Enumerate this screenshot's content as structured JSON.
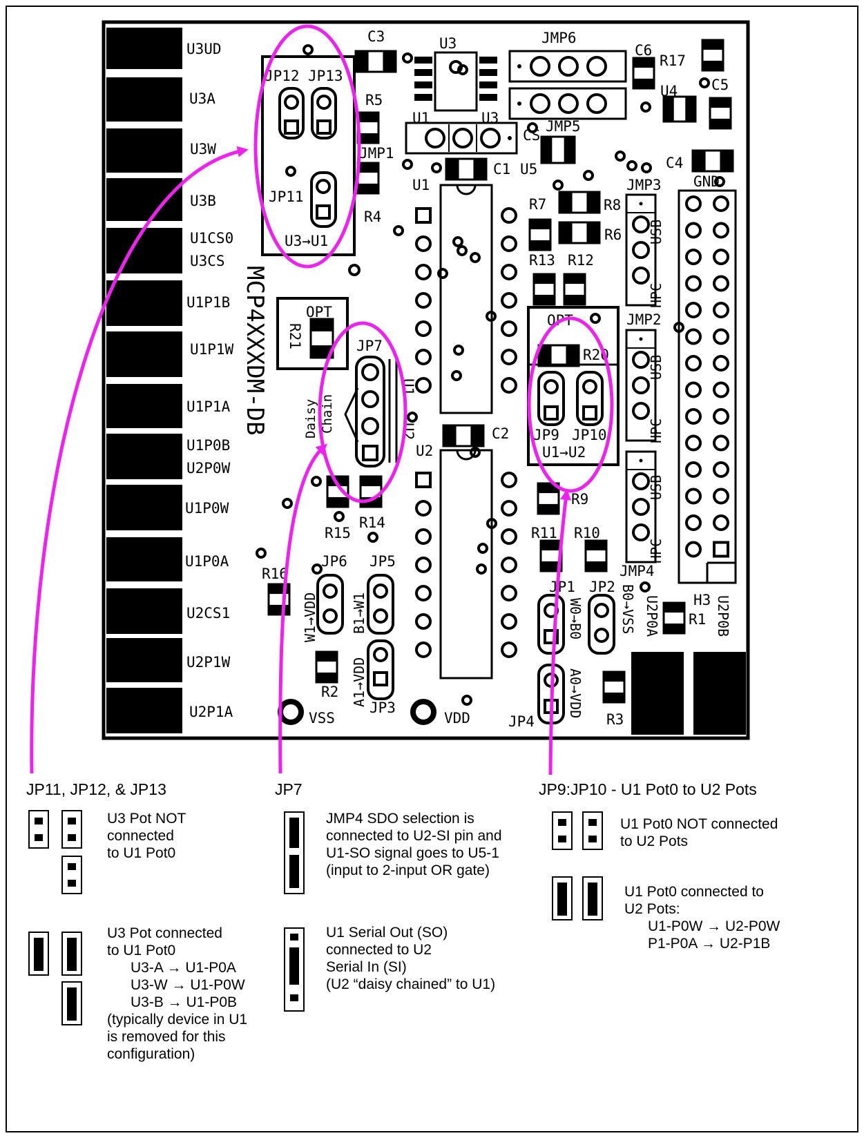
{
  "board": {
    "title": "MCP4XXXDM-DB",
    "pads_left": [
      "U3UD",
      "U3A",
      "U3W",
      "U3B",
      "U1CS0",
      "U3CS",
      "U1P1B",
      "U1P1W",
      "U1P1A",
      "U1P0B",
      "U2P0W",
      "U1P0W",
      "U1P0A",
      "U2CS1",
      "U2P1W",
      "U2P1A"
    ],
    "jp_top": {
      "a": "JP12",
      "b": "JP13",
      "c": "JP11",
      "d": "U3→U1"
    },
    "top_parts": {
      "c3": "C3",
      "u3": "U3",
      "jmp6": "JMP6",
      "c6": "C6",
      "r17": "R17",
      "c5": "C5",
      "u4": "U4",
      "r5": "R5",
      "u1": "U1",
      "u3b": "U3",
      "cs": "CS",
      "jmp5": "JMP5",
      "jmp1": "JMP1",
      "c1": "C1",
      "u5": "U5",
      "c4": "C4",
      "gnd": "GND",
      "r4": "R4",
      "u1b": "U1",
      "jmp3": "JMP3",
      "r7": "R7",
      "r8": "R8",
      "r6": "R6",
      "r13": "R13",
      "r12": "R12"
    },
    "opt_left": {
      "opt": "OPT",
      "r21": "R21"
    },
    "daisy": {
      "daisy": "Daisy",
      "chain": "Chain",
      "jp7": "JP7",
      "u1u2": "U1 ⇒ U2",
      "u1": "U1",
      "u2": "U2"
    },
    "opt_right": {
      "opt": "OPT",
      "r20": "R20",
      "jp9": "JP9",
      "jp10": "JP10",
      "dir": "U1→U2"
    },
    "mid_parts": {
      "c2": "C2",
      "u2": "U2",
      "jmp2": "JMP2",
      "r9": "R9",
      "r15": "R15",
      "r14": "R14",
      "r11": "R11",
      "r10": "R10",
      "r16": "R16",
      "jp6": "JP6",
      "jp5": "JP5",
      "jmp4": "JMP4",
      "h3": "H3",
      "jp1": "JP1",
      "jp2": "JP2",
      "r1": "R1",
      "r2": "R2",
      "jp3": "JP3",
      "jp4": "JP4",
      "r3": "R3",
      "vss": "VSS",
      "vdd": "VDD"
    },
    "vert_labels": {
      "usb": "USB",
      "hpc": "HPC",
      "w1vdd": "W1→VDD",
      "b1w1": "B1→W1",
      "a1vdd": "A1→VDD",
      "w0b0": "W0→B0",
      "a0vdd": "A0→VDD",
      "b0vss": "B0→VSS",
      "u2p0a": "U2P0A",
      "u2p0b": "U2P0B"
    }
  },
  "callouts": {
    "col1": {
      "title": "JP11, JP12, & JP13",
      "open": [
        "U3 Pot NOT",
        "connected",
        "to U1 Pot0"
      ],
      "closed": [
        "U3 Pot connected",
        "to U1 Pot0"
      ],
      "map": [
        "U3-A  → U1-P0A",
        "U3-W → U1-P0W",
        "U3-B  → U1-P0B"
      ],
      "note": [
        "(typically device in U1",
        "is removed for this",
        "configuration)"
      ]
    },
    "col2": {
      "title": "JP7",
      "a": [
        "JMP4 SDO selection is",
        "connected to U2-SI pin and",
        "U1-SO signal goes to U5-1",
        "(input to 2-input OR gate)"
      ],
      "b": [
        "U1 Serial Out (SO)",
        "connected to U2",
        "Serial In (SI)",
        "(U2 “daisy chained” to U1)"
      ]
    },
    "col3": {
      "title": "JP9:JP10 - U1 Pot0 to U2 Pots",
      "a": [
        "U1 Pot0 NOT connected",
        "to U2 Pots"
      ],
      "b": [
        "U1 Pot0 connected to",
        "U2 Pots:"
      ],
      "map": [
        "U1-P0W → U2-P0W",
        "P1-P0A  → U2-P1B"
      ]
    }
  },
  "colors": {
    "highlight": "#ee22ee",
    "ink": "#000000",
    "paper": "#ffffff"
  }
}
